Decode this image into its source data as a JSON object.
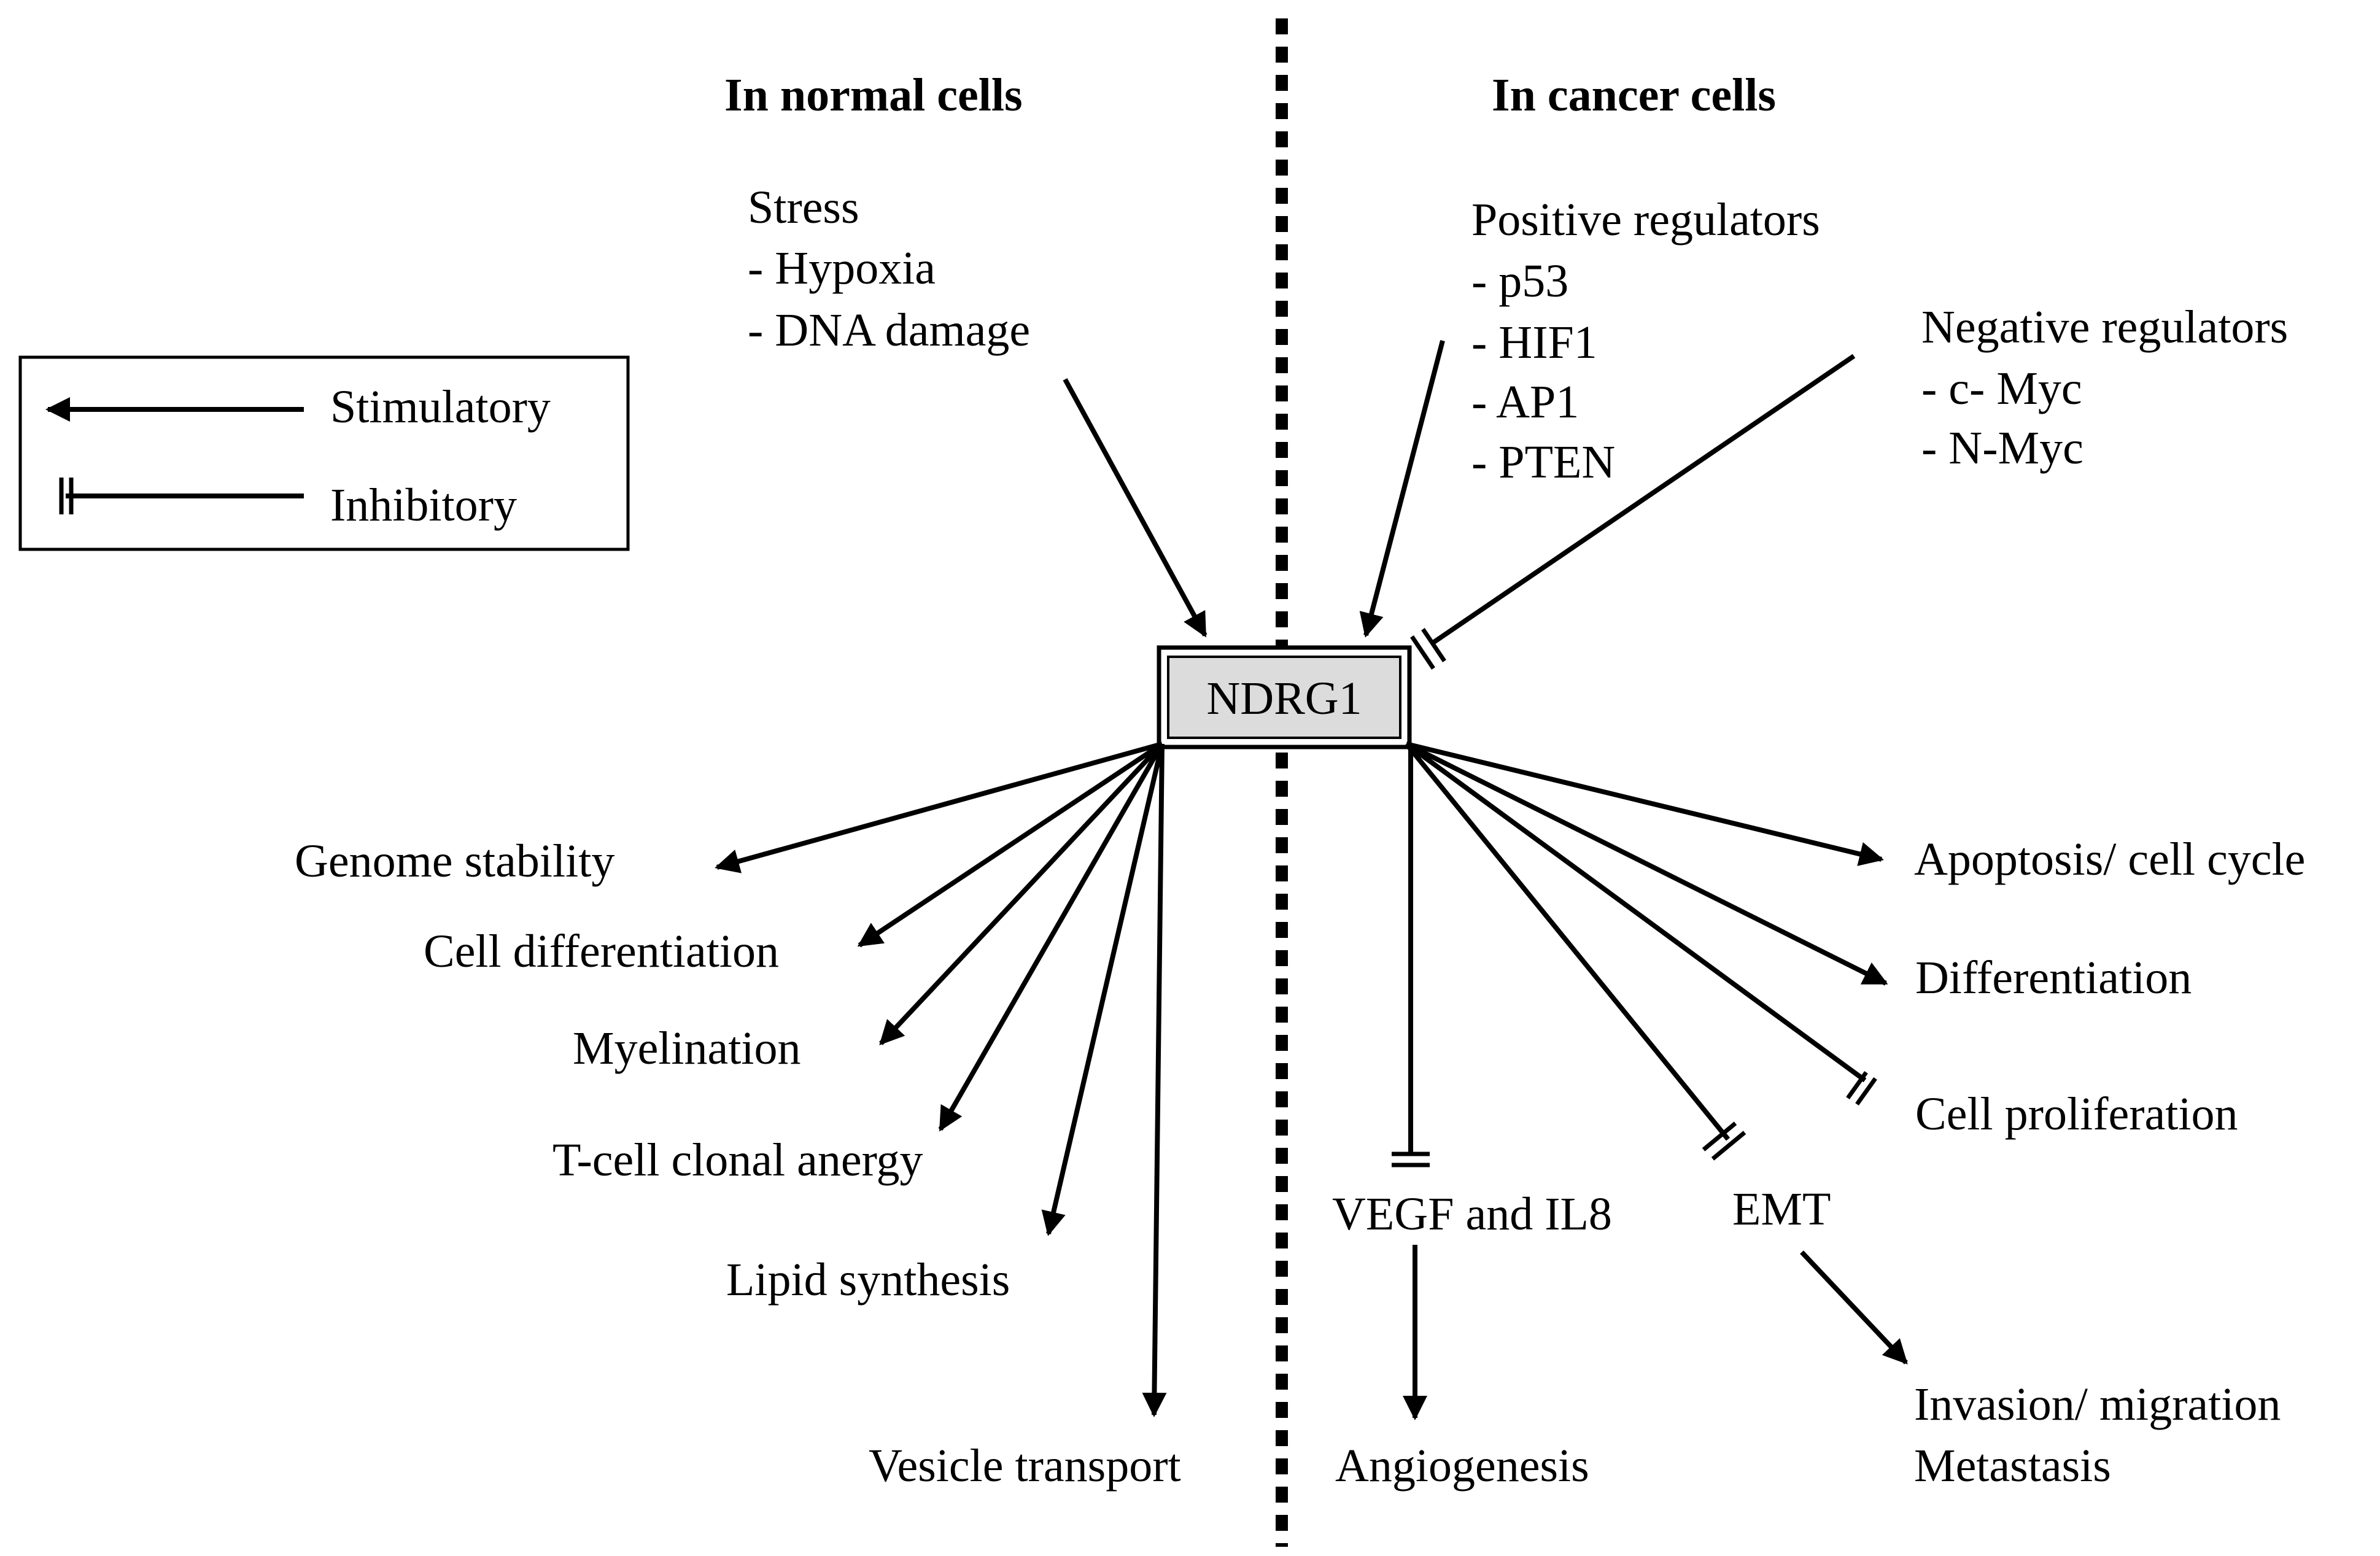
{
  "headers": {
    "normal": "In normal cells",
    "cancer": "In cancer  cells"
  },
  "legend": {
    "stimulatory": "Stimulatory",
    "inhibitory": "Inhibitory"
  },
  "center": {
    "label": "NDRG1"
  },
  "stress": {
    "title": "Stress",
    "items": [
      "- Hypoxia",
      "- DNA damage"
    ]
  },
  "positive_regulators": {
    "title": "Positive regulators",
    "items": [
      "- p53",
      "- HIF1",
      "- AP1",
      "- PTEN"
    ]
  },
  "negative_regulators": {
    "title": "Negative regulators",
    "items": [
      "- c- Myc",
      "- N-Myc"
    ]
  },
  "normal_effects": [
    "Genome stability",
    "Cell differentiation",
    "Myelination",
    "T-cell clonal anergy",
    "Lipid synthesis",
    "Vesicle transport"
  ],
  "cancer_effects": {
    "apoptosis": "Apoptosis/ cell cycle",
    "differentiation": "Differentiation",
    "proliferation": "Cell proliferation",
    "vegf": "VEGF and IL8",
    "emt": "EMT",
    "angiogenesis": "Angiogenesis",
    "invasion": "Invasion/ migration",
    "metastasis": "Metastasis"
  }
}
